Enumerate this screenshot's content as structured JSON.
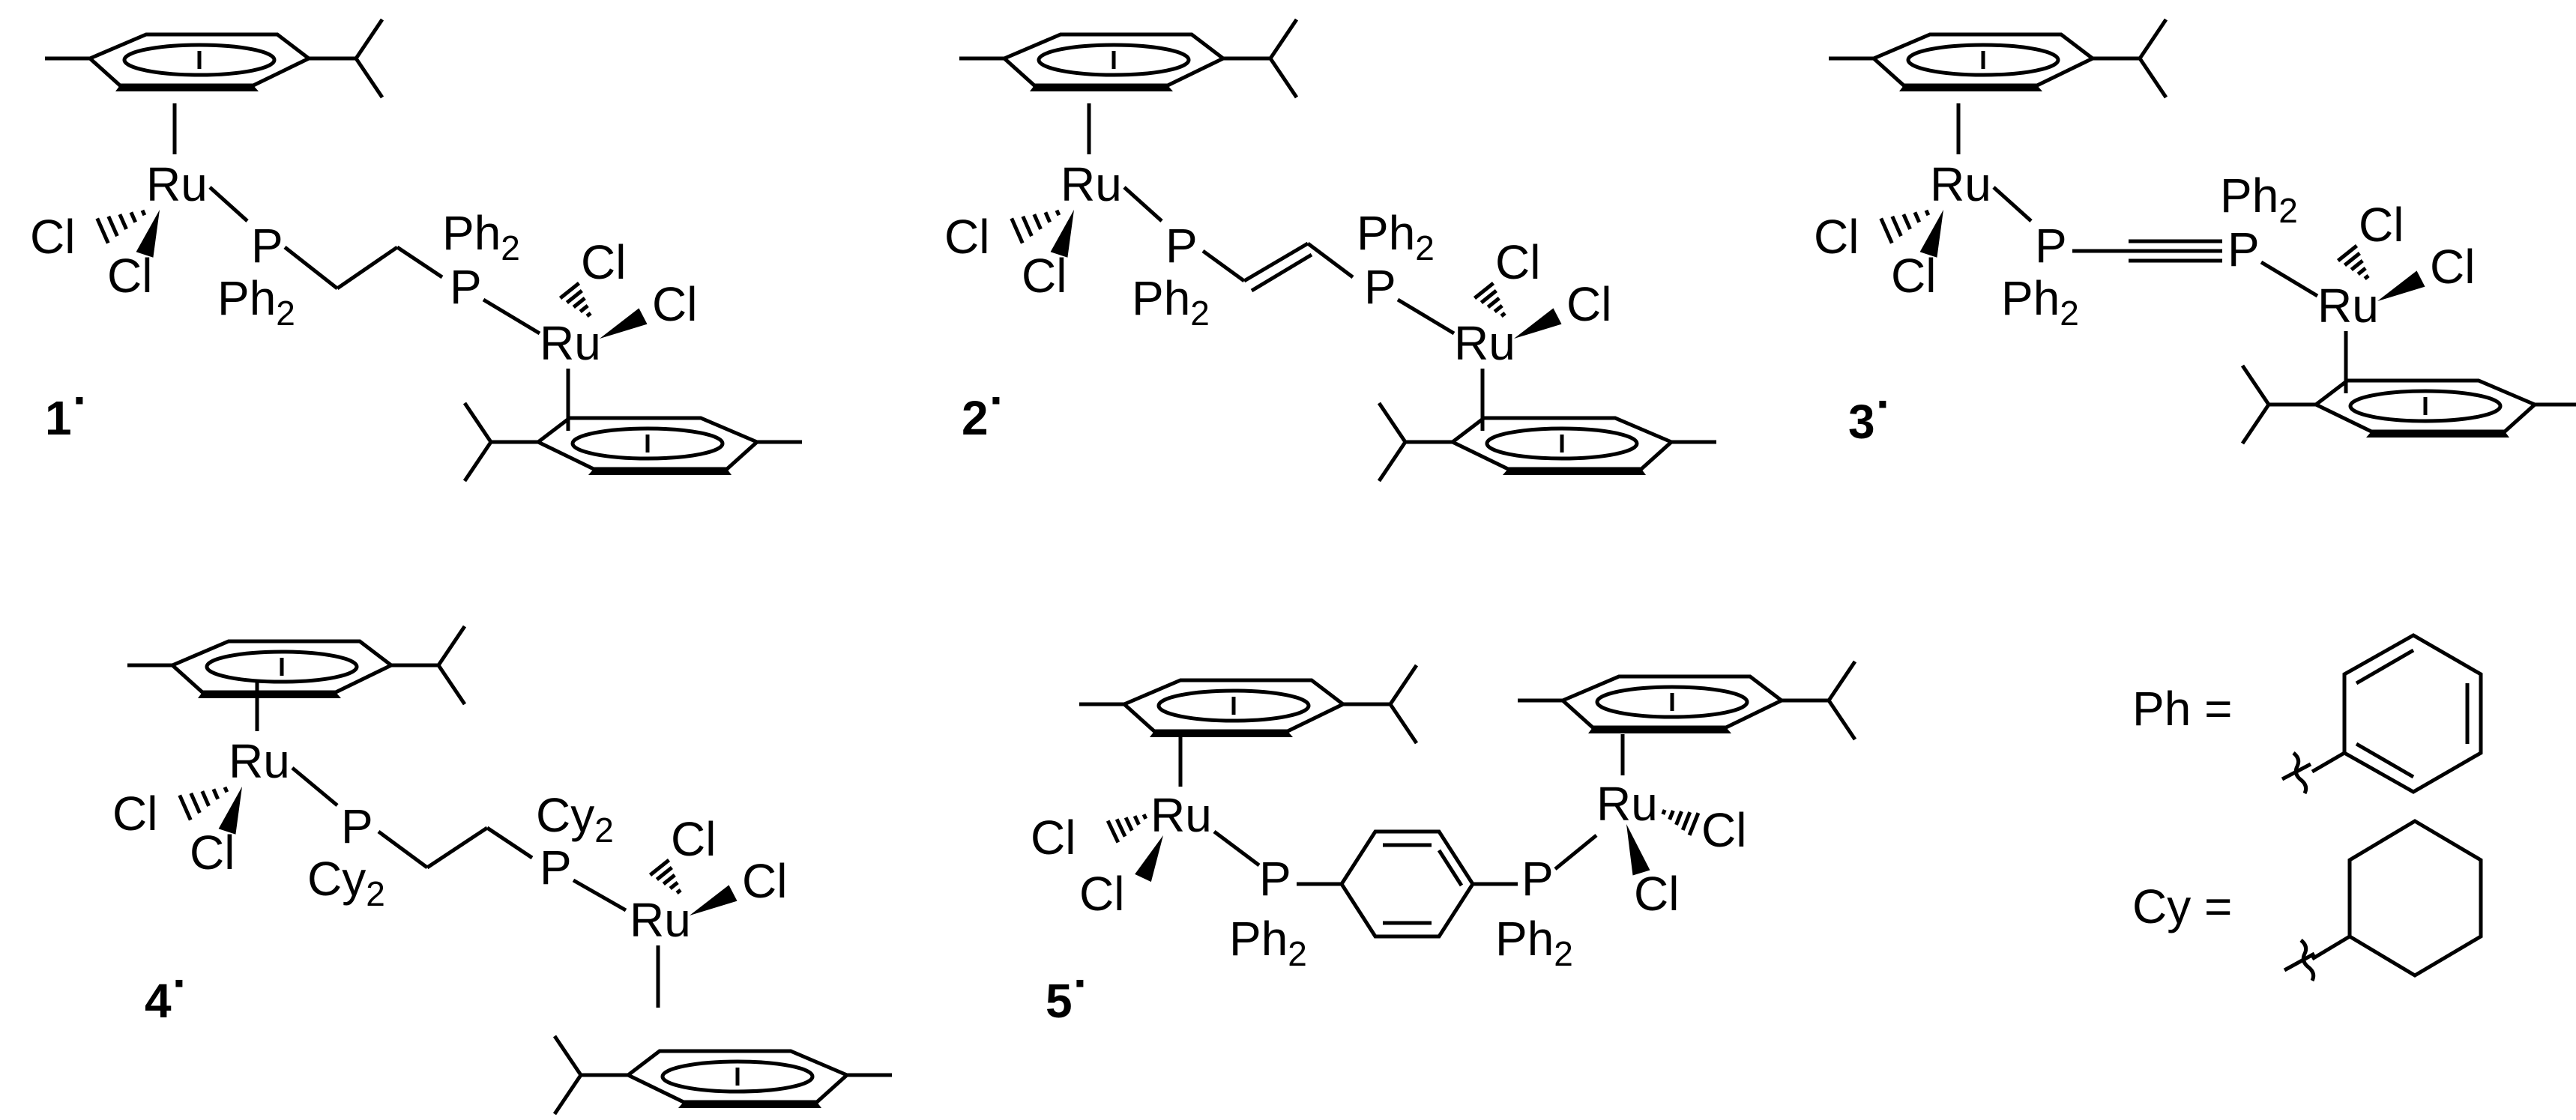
{
  "compounds": [
    {
      "label": "1",
      "bridge": "ethane",
      "p_left_sub": "Ph",
      "p_right_sub": "Ph"
    },
    {
      "label": "2",
      "bridge": "ethene",
      "p_left_sub": "Ph",
      "p_right_sub": "Ph"
    },
    {
      "label": "3",
      "bridge": "ethyne",
      "p_left_sub": "Ph",
      "p_right_sub": "Ph"
    },
    {
      "label": "4",
      "bridge": "ethane",
      "p_left_sub": "Cy",
      "p_right_sub": "Cy"
    },
    {
      "label": "5",
      "bridge": "phenylene",
      "p_left_sub": "Ph",
      "p_right_sub": "Ph"
    }
  ],
  "atoms": {
    "ru": "Ru",
    "cl": "Cl",
    "p": "P",
    "sub2": "2",
    "label_tick": "·"
  },
  "legend": {
    "ph_label": "Ph =",
    "cy_label": "Cy ="
  }
}
